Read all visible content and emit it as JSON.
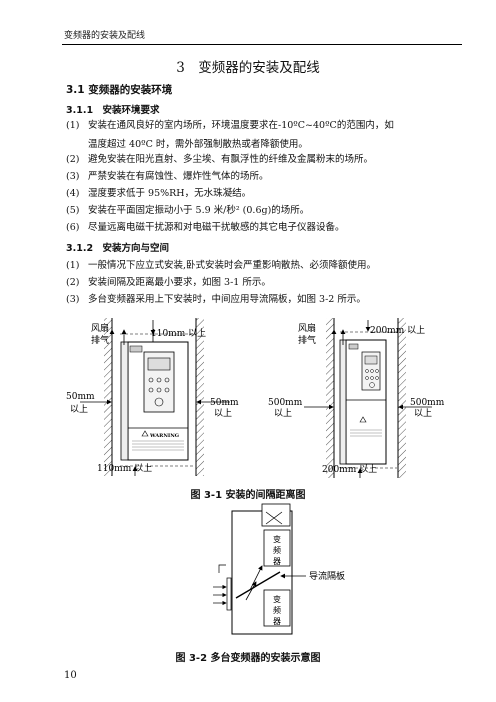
{
  "header": {
    "running_title": "变频器的安装及配线"
  },
  "chapter": {
    "title": "3　变频器的安装及配线"
  },
  "section_3_1": {
    "title": "3.1 变频器的安装环境"
  },
  "section_3_1_1": {
    "title": "3.1.1　安装环境要求"
  },
  "env_items": [
    {
      "num": "(1)",
      "text": "安装在通风良好的室内场所，环境温度要求在-10ºC~40ºC的范围内，如",
      "cont": "温度超过 40ºC 时，需外部强制散热或者降额使用。"
    },
    {
      "num": "(2)",
      "text": "避免安装在阳光直射、多尘埃、有飘浮性的纤维及金属粉末的场所。"
    },
    {
      "num": "(3)",
      "text": "严禁安装在有腐蚀性、爆炸性气体的场所。"
    },
    {
      "num": "(4)",
      "text": "湿度要求低于 95%RH，无水珠凝结。"
    },
    {
      "num": "(5)",
      "text": "安装在平面固定振动小于 5.9 米/秒² (0.6g)的场所。"
    },
    {
      "num": "(6)",
      "text": "尽量远离电磁干扰源和对电磁干扰敏感的其它电子仪器设备。"
    }
  ],
  "section_3_1_2": {
    "title": "3.1.2　安装方向与空间"
  },
  "orient_items": [
    {
      "num": "(1)",
      "text": "一般情况下应立式安装,卧式安装时会严重影响散热、必须降额使用。"
    },
    {
      "num": "(2)",
      "text": "安装间隔及距离最小要求，如图 3-1 所示。"
    },
    {
      "num": "(3)",
      "text": "多台变频器采用上下安装时，中间应用导流隔板，如图 3-2 所示。"
    }
  ],
  "figure_3_1": {
    "left": {
      "fan_label": "风扇",
      "exhaust_label": "排气",
      "top_clearance": "110mm 以上",
      "left_clearance_value": "50mm",
      "left_clearance_unit": "以上",
      "right_clearance_value": "50mm",
      "right_clearance_unit": "以上",
      "bottom_clearance": "110mm 以上",
      "warning_label": "WARNING"
    },
    "right": {
      "fan_label": "风扇",
      "exhaust_label": "排气",
      "top_clearance": "200mm 以上",
      "left_clearance_value": "500mm",
      "left_clearance_unit": "以上",
      "right_clearance_value": "500mm",
      "right_clearance_unit": "以上",
      "bottom_clearance": "200mm 以上"
    },
    "caption": "图 3-1 安装的间隔距离图"
  },
  "figure_3_2": {
    "upper_unit": [
      "变",
      "频",
      "器"
    ],
    "lower_unit": [
      "变",
      "频",
      "器"
    ],
    "baffle_label": "导流隔板",
    "caption": "图 3-2 多台变频器的安装示意图"
  },
  "footer": {
    "page_number": "10"
  }
}
